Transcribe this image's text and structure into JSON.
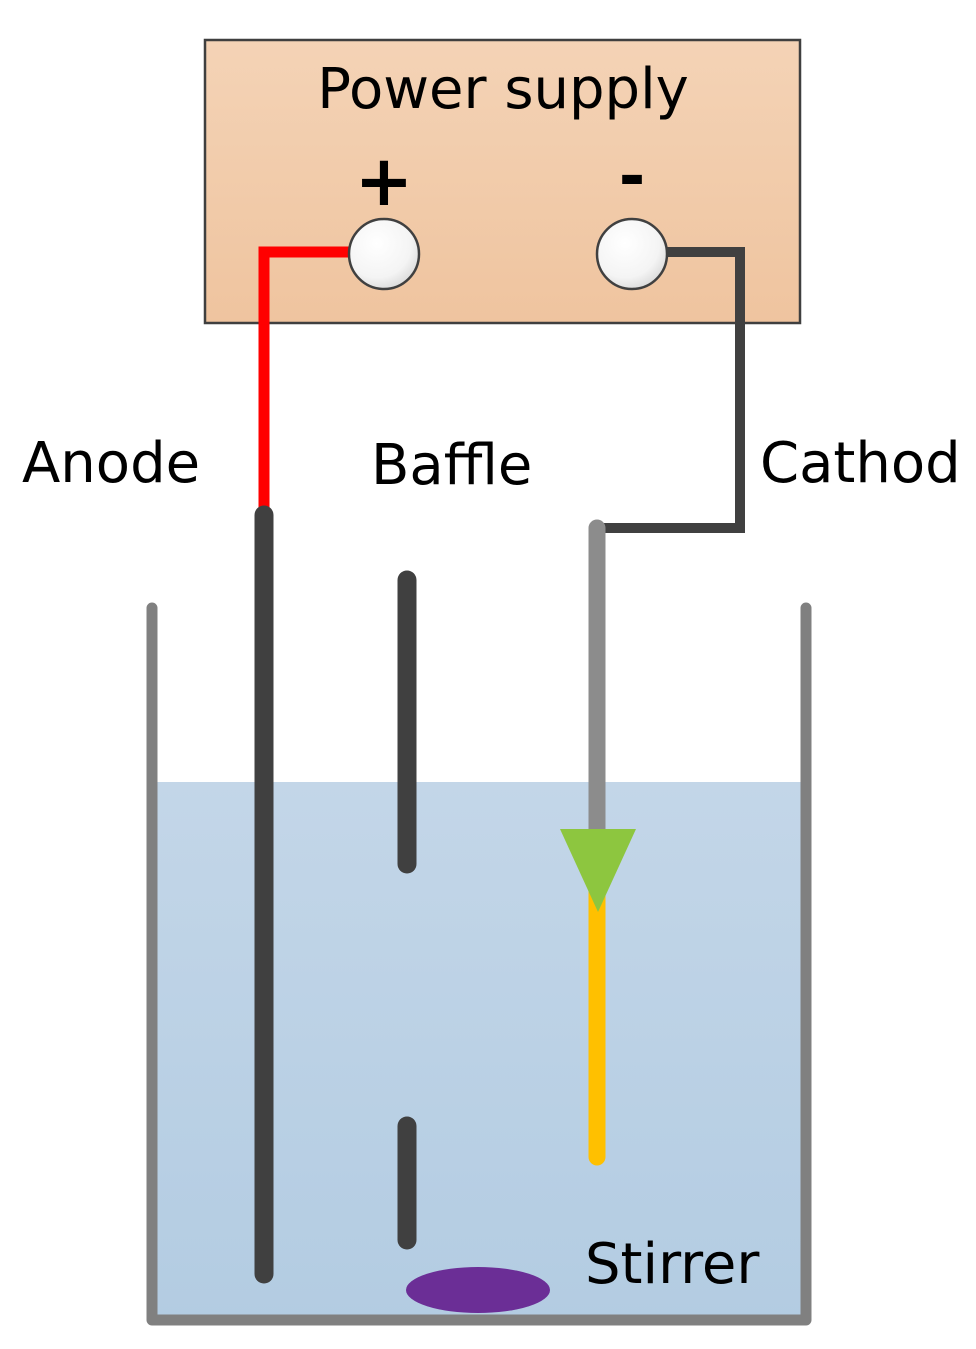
{
  "power_supply": {
    "title": "Power supply",
    "positive_symbol": "+",
    "negative_symbol": "-"
  },
  "labels": {
    "anode": "Anode",
    "baffle": "Baffle",
    "cathode": "Cathod",
    "stirrer": "Stirrer"
  },
  "colors": {
    "power_box_top": "#f4d3b6",
    "power_box_bottom": "#efc49f",
    "power_box_border": "#3f3f3f",
    "positive_wire": "#ff0000",
    "negative_wire": "#404040",
    "anode_rod": "#404040",
    "baffle": "#404040",
    "cathode_holder": "#8c8c8c",
    "cathode_tip": "#8dc63f",
    "cathode_plate": "#ffc000",
    "beaker_wall": "#808080",
    "solution_top": "#c3d6e8",
    "solution_bottom": "#b3cce2",
    "stirrer": "#6b2e96"
  }
}
